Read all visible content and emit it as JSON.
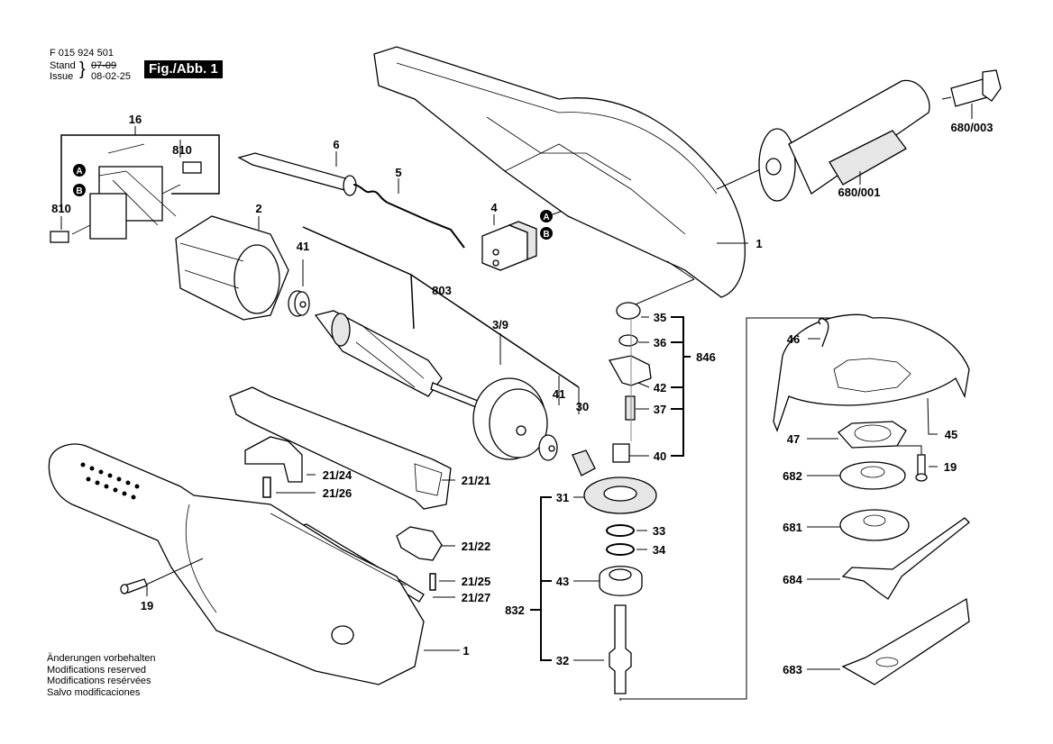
{
  "header": {
    "doc_number": "F 015 924 501",
    "stand_label": "Stand",
    "issue_label": "Issue",
    "stand_date_struck": "07-09",
    "issue_date": "08-02-25",
    "figure_label": "Fig./Abb. 1"
  },
  "notice": [
    "Änderungen vorbehalten",
    "Modifications reserved",
    "Modifications resérvées",
    "Salvo modificaciones"
  ],
  "callouts": {
    "a": "A",
    "b": "B"
  },
  "parts": {
    "p16": "16",
    "p810_top": "810",
    "p810_left": "810",
    "p6": "6",
    "p5": "5",
    "p4": "4",
    "p2": "2",
    "p41_a": "41",
    "p803": "803",
    "p3_9": "3/9",
    "p41_b": "41",
    "p30": "30",
    "p1_top": "1",
    "p680_003": "680/003",
    "p680_001": "680/001",
    "p35": "35",
    "p36": "36",
    "p42": "42",
    "p37": "37",
    "p40": "40",
    "p846": "846",
    "p46": "46",
    "p45": "45",
    "p47": "47",
    "p19_right": "19",
    "p682": "682",
    "p681": "681",
    "p684": "684",
    "p683": "683",
    "p31": "31",
    "p33": "33",
    "p34": "34",
    "p43": "43",
    "p832": "832",
    "p32": "32",
    "p21_24": "21/24",
    "p21_26": "21/26",
    "p21_21": "21/21",
    "p21_22": "21/22",
    "p21_25": "21/25",
    "p21_27": "21/27",
    "p19_left": "19",
    "p1_bottom": "1"
  }
}
